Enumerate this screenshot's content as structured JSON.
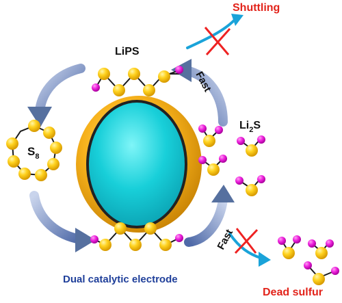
{
  "labels": {
    "lips": "LiPS",
    "s8_main": "S",
    "s8_sub": "8",
    "li2s_main": "Li",
    "li2s_sub": "2",
    "li2s_end": "S",
    "shuttling": "Shuttling",
    "fast_top": "Fast",
    "fast_bottom": "Fast",
    "dead_sulfur": "Dead sulfur",
    "caption": "Dual catalytic electrode"
  },
  "colors": {
    "sulfur_atom": "#ffcc00",
    "lithium_atom": "#ee22dd",
    "bond": "#1a1a1a",
    "arrow_cycle": "#6f88bf",
    "arrow_cyan": "#1aa3d9",
    "cross": "#ee2222",
    "shell": "#f5a80e",
    "core": "#1ac8d4",
    "label_red": "#e2231a",
    "label_blue": "#1f3f9a"
  }
}
